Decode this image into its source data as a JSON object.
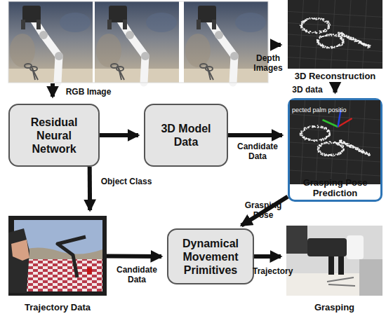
{
  "diagram": {
    "nodes": [
      {
        "text": [
          "3D Reconstruction"
        ]
      },
      {
        "text": [
          "Residual Neural Network"
        ]
      },
      {
        "text": [
          "3D Model Data"
        ]
      },
      {
        "text": [
          "Grasping Pose Prediction"
        ]
      },
      {
        "text": [
          "Trajectory Data"
        ]
      },
      {
        "text": [
          "Dynamical Movement Primitives"
        ]
      },
      {
        "text": [
          "Grasping"
        ]
      }
    ],
    "edges": [
      {
        "from": 1,
        "to": 2,
        "arrow": "to"
      },
      {
        "from": 1,
        "to": 4,
        "label": "Object Class",
        "arrow": "to"
      },
      {
        "from": 2,
        "to": 3,
        "label": "Candidate Data",
        "arrow": "to"
      },
      {
        "from": 0,
        "to": 3,
        "label": "3D data",
        "arrow": "to"
      },
      {
        "from": 3,
        "to": 5,
        "label": "Grasping Pose",
        "arrow": "to"
      },
      {
        "from": 4,
        "to": 5,
        "label": "Candidate Data",
        "arrow": "to"
      },
      {
        "from": 5,
        "to": 6,
        "label": "Trajectory",
        "arrow": "to"
      }
    ],
    "labels": [
      "RGB Image",
      "Depth Images",
      "pected palm positio"
    ]
  }
}
